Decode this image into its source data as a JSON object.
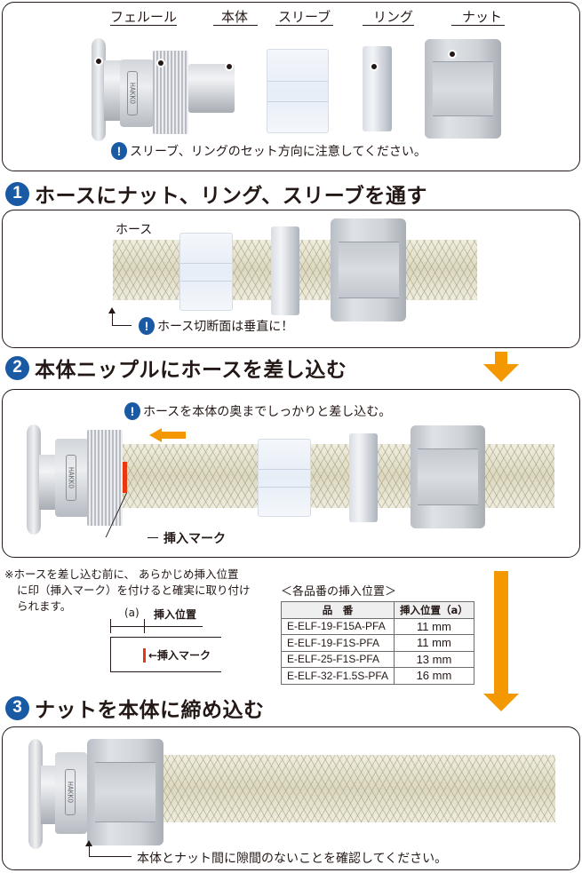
{
  "parts_panel": {
    "labels": {
      "ferrule": "フェルール",
      "body": "本体",
      "sleeve": "スリーブ",
      "ring": "リング",
      "nut": "ナット"
    },
    "caution_icon": "!",
    "caution": "スリーブ、リングのセット方向に注意してください。"
  },
  "step1": {
    "number": "1",
    "title": "ホースにナット、リング、スリーブを通す",
    "hose_label": "ホース",
    "caution_icon": "!",
    "caution": "ホース切断面は垂直に！"
  },
  "step2": {
    "number": "2",
    "title": "本体ニップルにホースを差し込む",
    "caution_icon": "!",
    "caution": "ホースを本体の奥までしっかりと差し込む。",
    "mark_label": "挿入マーク"
  },
  "note": {
    "text_line1": "※ホースを差し込む前に、 あらかじめ挿入位置",
    "text_line2": "に印（挿入マーク）を付けると確実に取り付け",
    "text_line3": "られます。",
    "diagram": {
      "a_label": "(a)",
      "position_label": "挿入位置",
      "mark_label": "←挿入マーク"
    }
  },
  "insertion_table": {
    "title": "＜各品番の挿入位置＞",
    "headers": [
      "品　番",
      "挿入位置（a）"
    ],
    "rows": [
      [
        "E-ELF-19-F15A-PFA",
        "11 mm"
      ],
      [
        "E-ELF-19-F1S-PFA",
        "11 mm"
      ],
      [
        "E-ELF-25-F1S-PFA",
        "13 mm"
      ],
      [
        "E-ELF-32-F1.5S-PFA",
        "16 mm"
      ]
    ]
  },
  "step3": {
    "number": "3",
    "title": "ナットを本体に締め込む",
    "caution": "本体とナット間に隙間のないことを確認してください。"
  },
  "colors": {
    "step_blue": "#1a5aa5",
    "arrow_orange": "#f39800",
    "mark_red": "#e8380d",
    "text": "#231815"
  },
  "logo_text": "HAKKO"
}
